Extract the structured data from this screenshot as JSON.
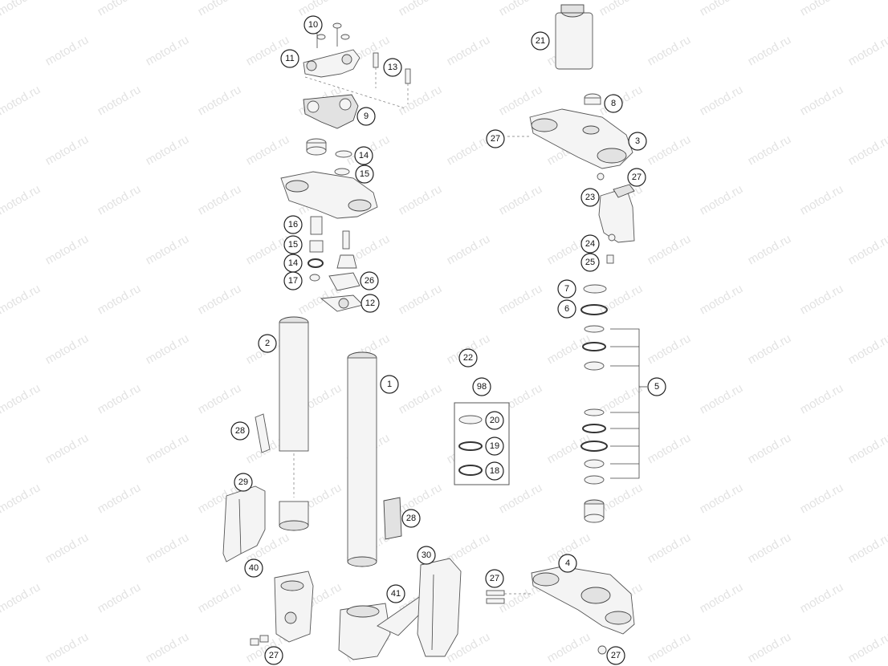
{
  "watermark": {
    "text": "motod.ru"
  },
  "callouts": [
    {
      "id": "c10",
      "label": "10"
    },
    {
      "id": "c11",
      "label": "11"
    },
    {
      "id": "c13",
      "label": "13"
    },
    {
      "id": "c9",
      "label": "9"
    },
    {
      "id": "c14a",
      "label": "14"
    },
    {
      "id": "c15a",
      "label": "15"
    },
    {
      "id": "c16",
      "label": "16"
    },
    {
      "id": "c15b",
      "label": "15"
    },
    {
      "id": "c14b",
      "label": "14"
    },
    {
      "id": "c17",
      "label": "17"
    },
    {
      "id": "c26",
      "label": "26"
    },
    {
      "id": "c12",
      "label": "12"
    },
    {
      "id": "c2",
      "label": "2"
    },
    {
      "id": "c1",
      "label": "1"
    },
    {
      "id": "c28a",
      "label": "28"
    },
    {
      "id": "c29",
      "label": "29"
    },
    {
      "id": "c28b",
      "label": "28"
    },
    {
      "id": "c40",
      "label": "40"
    },
    {
      "id": "c41",
      "label": "41"
    },
    {
      "id": "c30",
      "label": "30"
    },
    {
      "id": "c27a",
      "label": "27"
    },
    {
      "id": "c21",
      "label": "21"
    },
    {
      "id": "c8",
      "label": "8"
    },
    {
      "id": "c27b",
      "label": "27"
    },
    {
      "id": "c3",
      "label": "3"
    },
    {
      "id": "c27c",
      "label": "27"
    },
    {
      "id": "c23",
      "label": "23"
    },
    {
      "id": "c24",
      "label": "24"
    },
    {
      "id": "c25",
      "label": "25"
    },
    {
      "id": "c7",
      "label": "7"
    },
    {
      "id": "c6",
      "label": "6"
    },
    {
      "id": "c5",
      "label": "5"
    },
    {
      "id": "c22",
      "label": "22"
    },
    {
      "id": "c98",
      "label": "98"
    },
    {
      "id": "c20",
      "label": "20"
    },
    {
      "id": "c19",
      "label": "19"
    },
    {
      "id": "c18",
      "label": "18"
    },
    {
      "id": "c4",
      "label": "4"
    },
    {
      "id": "c27d",
      "label": "27"
    },
    {
      "id": "c27e",
      "label": "27"
    }
  ]
}
